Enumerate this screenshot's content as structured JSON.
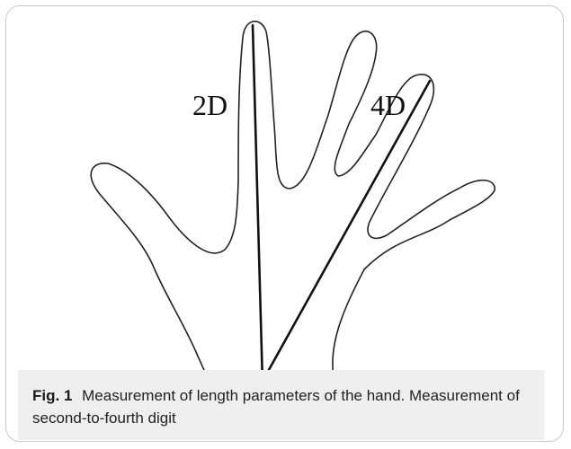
{
  "figure": {
    "label_2d": "2D",
    "label_4d": "4D",
    "caption_label": "Fig. 1",
    "caption_text": "Measurement of length parameters of the hand. Measurement of second-to-fourth digit"
  },
  "colors": {
    "frame_border": "#c9c9c9",
    "caption_background": "#efeff0",
    "line": "#111111"
  }
}
